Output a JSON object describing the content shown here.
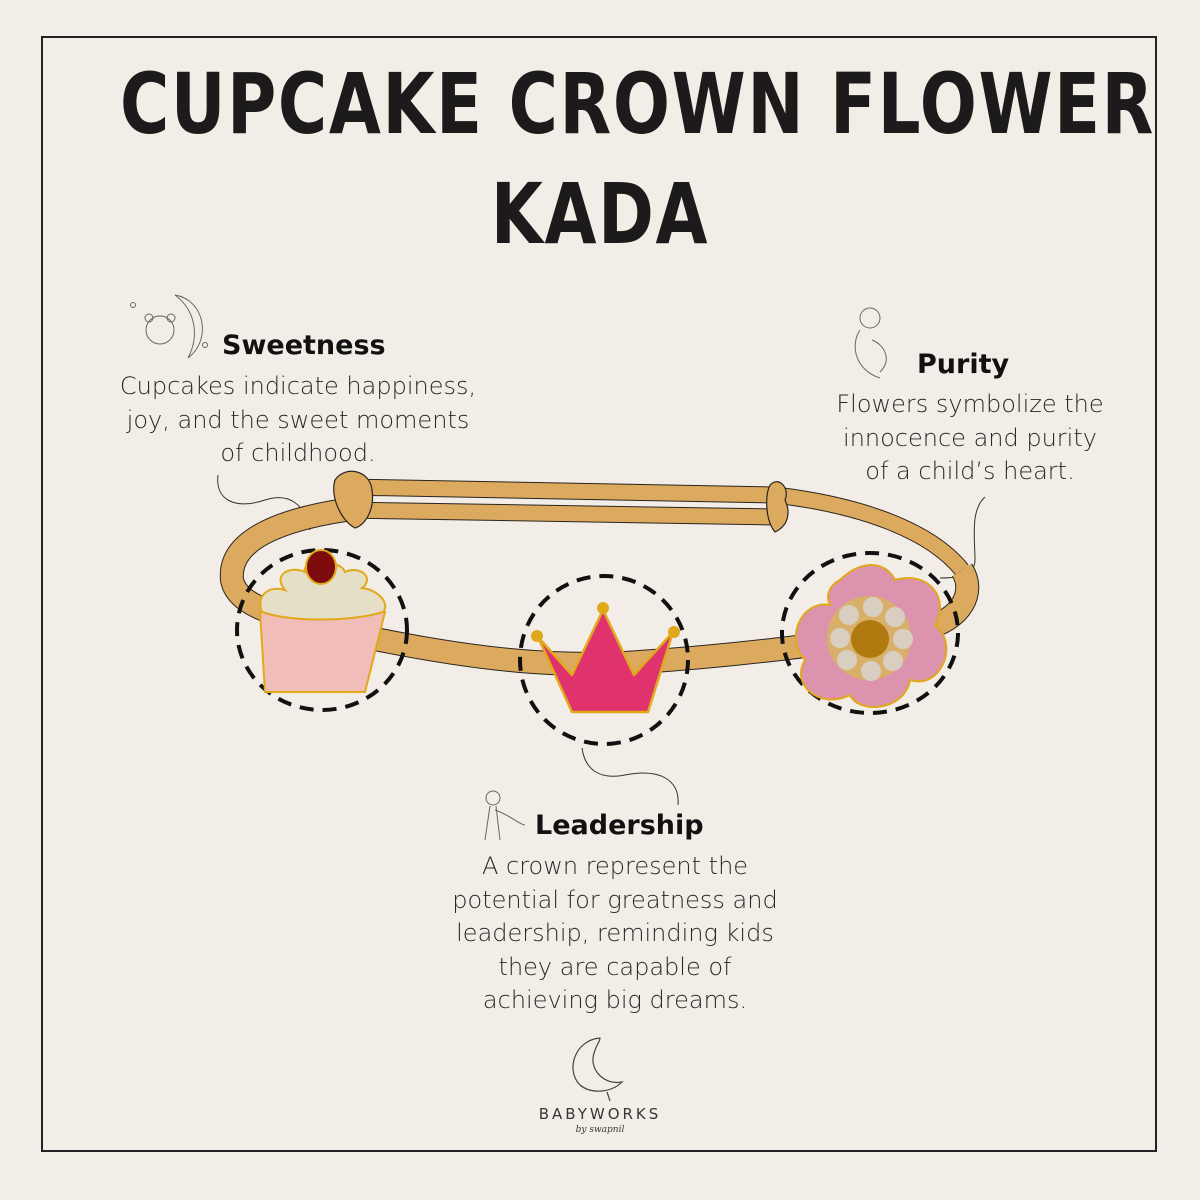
{
  "title": {
    "line1": "CUPCAKE CROWN FLOWER",
    "line2": "KADA"
  },
  "features": [
    {
      "heading": "Sweetness",
      "icon": "teddy-moon-icon",
      "lines": [
        "Cupcakes indicate happiness,",
        "joy, and the sweet moments",
        "of childhood."
      ]
    },
    {
      "heading": "Purity",
      "icon": "mother-baby-icon",
      "lines": [
        "Flowers symbolize the",
        "innocence and purity",
        "of a child’s heart."
      ]
    },
    {
      "heading": "Leadership",
      "icon": "child-cape-icon",
      "lines": [
        "A crown represent the",
        "potential for greatness and",
        "leadership, reminding kids",
        "they are capable of",
        "achieving big dreams."
      ]
    }
  ],
  "charms": [
    "cupcake",
    "crown",
    "flower"
  ],
  "colors": {
    "background": "#f2ede6",
    "band": "#dcaa5e",
    "cupcake_wrapper": "#f1bdb9",
    "cherry": "#7f0c0c",
    "crown": "#e0336e",
    "flower": "#dc93ad",
    "gold": "#e0a91a"
  },
  "logo": {
    "name": "BABYWORKS",
    "sub": "by swapnil"
  }
}
